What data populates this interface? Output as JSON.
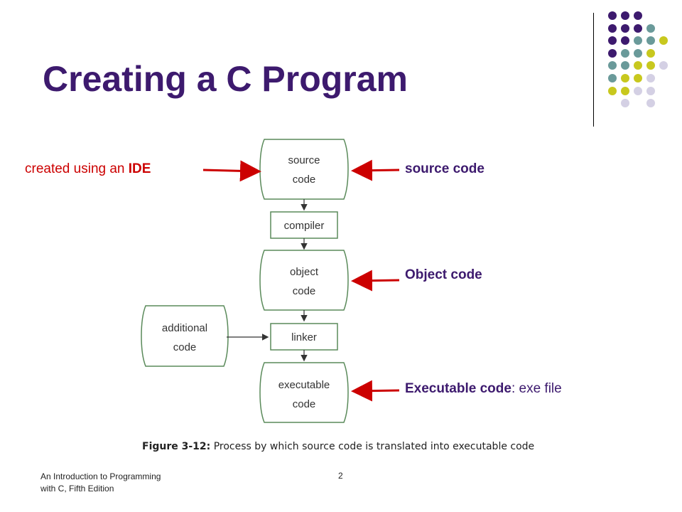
{
  "slide": {
    "title": "Creating a C Program",
    "page_number": "2",
    "footer": {
      "line1": "An Introduction to Programming",
      "line2": "with C, Fifth Edition"
    }
  },
  "annotations": {
    "left": {
      "text": "created using an ",
      "bold": "IDE"
    },
    "source": "source code",
    "object": "Object code",
    "executable": {
      "bold": "Executable code",
      "rest": ": exe file"
    }
  },
  "diagram": {
    "source_doc": [
      "source",
      "code"
    ],
    "compiler": "compiler",
    "object_doc": [
      "object",
      "code"
    ],
    "linker": "linker",
    "additional_doc": [
      "additional",
      "code"
    ],
    "executable_doc": [
      "executable",
      "code"
    ]
  },
  "caption": {
    "label": "Figure 3-12:",
    "text": " Process by which source code is translated into executable code"
  },
  "colors": {
    "title": "#3d1a6e",
    "arrow": "#cc0000",
    "shape_stroke": "#5a8a5a",
    "dot_purple": "#3d1a6e",
    "dot_teal": "#6a9a9a",
    "dot_yellow": "#c8c81e",
    "dot_lavender": "#d4d0e4"
  }
}
